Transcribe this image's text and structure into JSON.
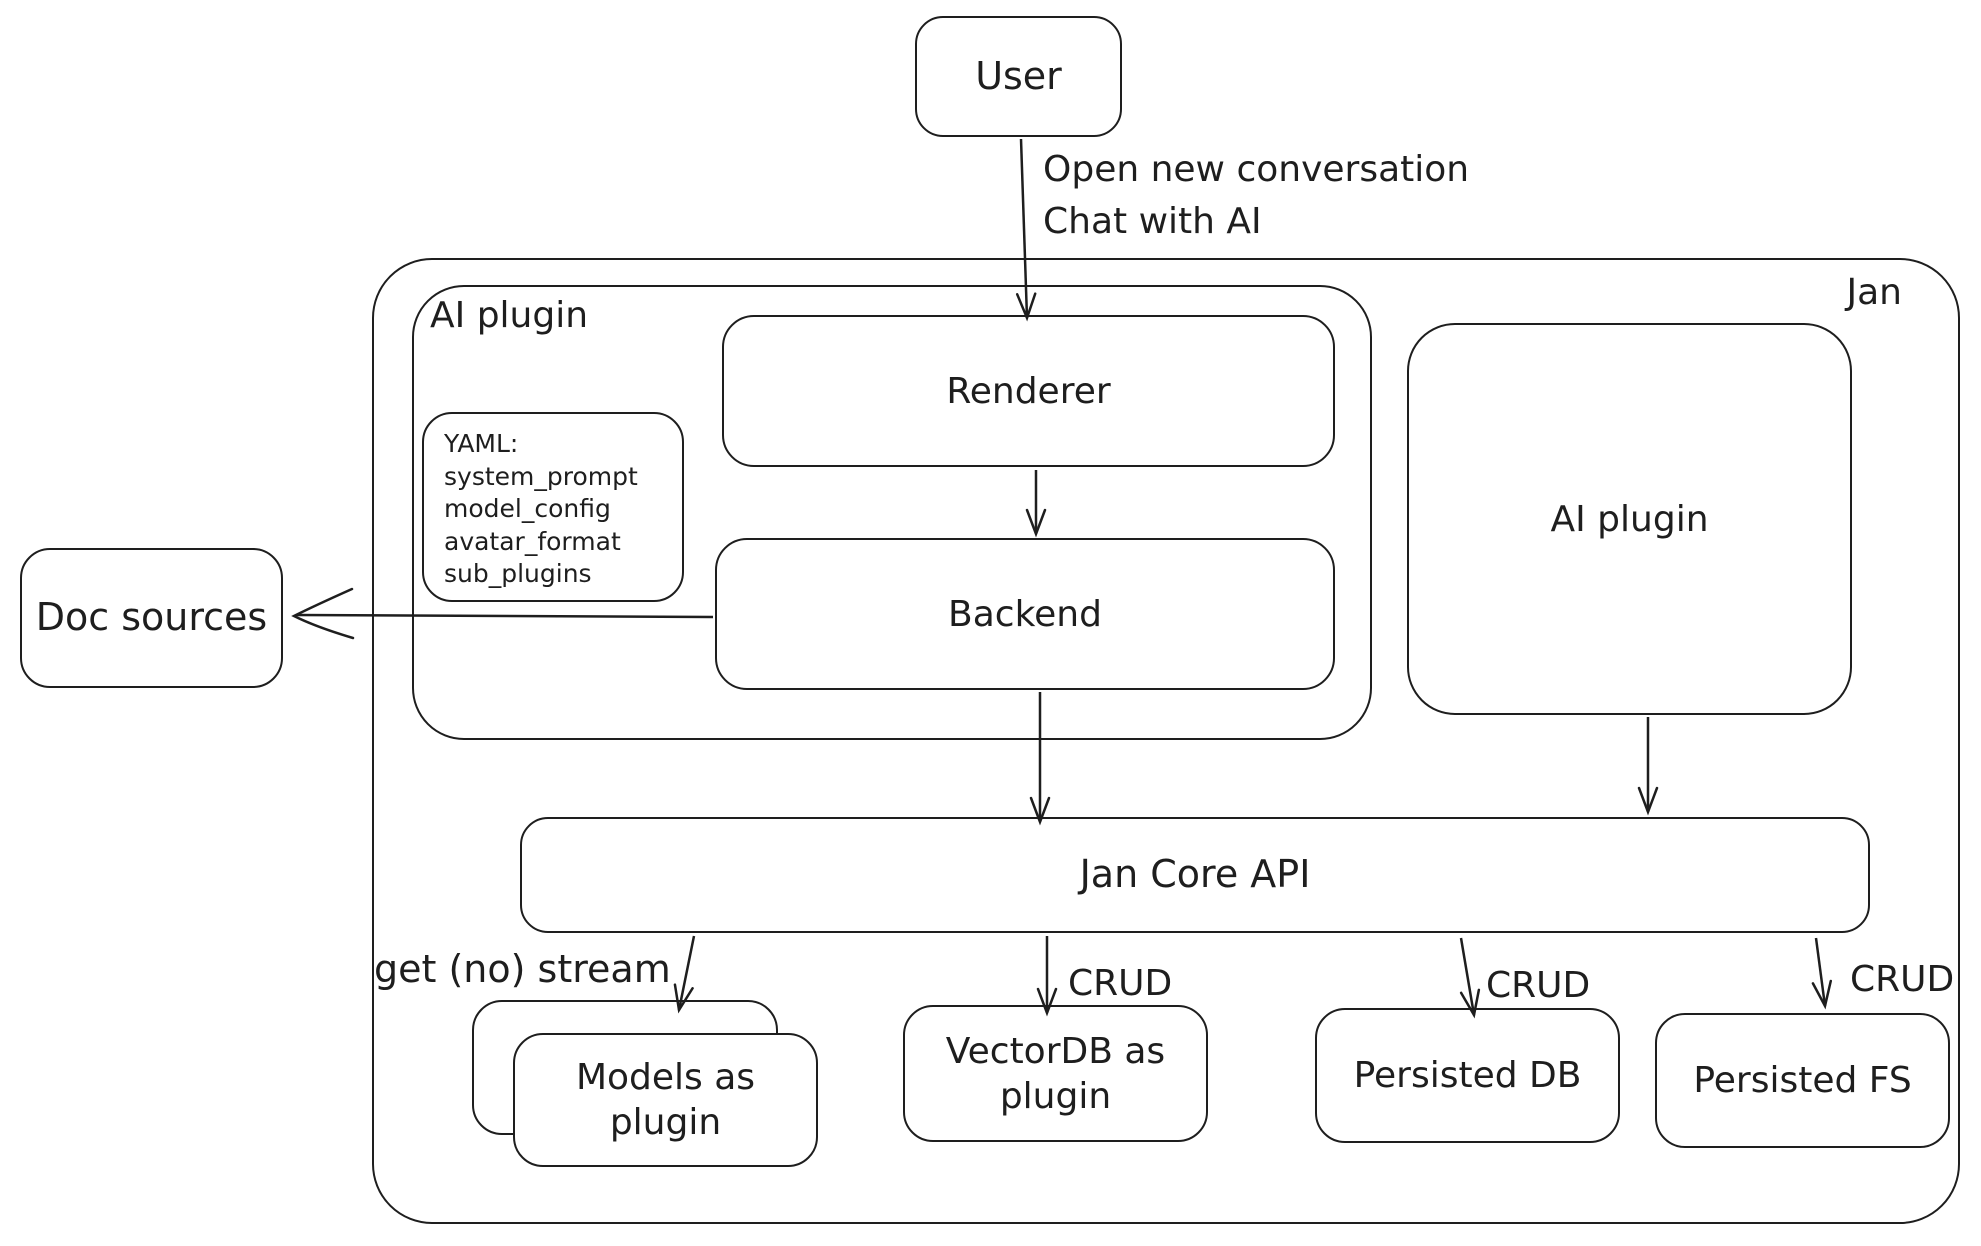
{
  "nodes": {
    "user": {
      "label": "User"
    },
    "jan": {
      "label": "Jan"
    },
    "ai_plugin_left": {
      "label": "AI plugin"
    },
    "yaml_note": {
      "lines": [
        "YAML:",
        "system_prompt",
        "model_config",
        "avatar_format",
        "sub_plugins"
      ]
    },
    "renderer": {
      "label": "Renderer"
    },
    "backend": {
      "label": "Backend"
    },
    "ai_plugin_right": {
      "label": "AI plugin"
    },
    "doc_sources": {
      "label": "Doc sources"
    },
    "jan_core_api": {
      "label": "Jan Core API"
    },
    "models_as_plugin": {
      "lines": [
        "Models as",
        "plugin"
      ]
    },
    "vectordb_as_plugin": {
      "lines": [
        "VectorDB as",
        "plugin"
      ]
    },
    "persisted_db": {
      "label": "Persisted DB"
    },
    "persisted_fs": {
      "label": "Persisted FS"
    }
  },
  "edge_labels": {
    "user_to_renderer": {
      "lines": [
        "Open new conversation",
        "Chat with AI"
      ]
    },
    "core_to_models": "get (no) stream",
    "core_to_vectordb": "CRUD",
    "core_to_persisted_db": "CRUD",
    "core_to_persisted_fs": "CRUD"
  },
  "colors": {
    "stroke": "#1e1e1e",
    "background": "#ffffff"
  }
}
